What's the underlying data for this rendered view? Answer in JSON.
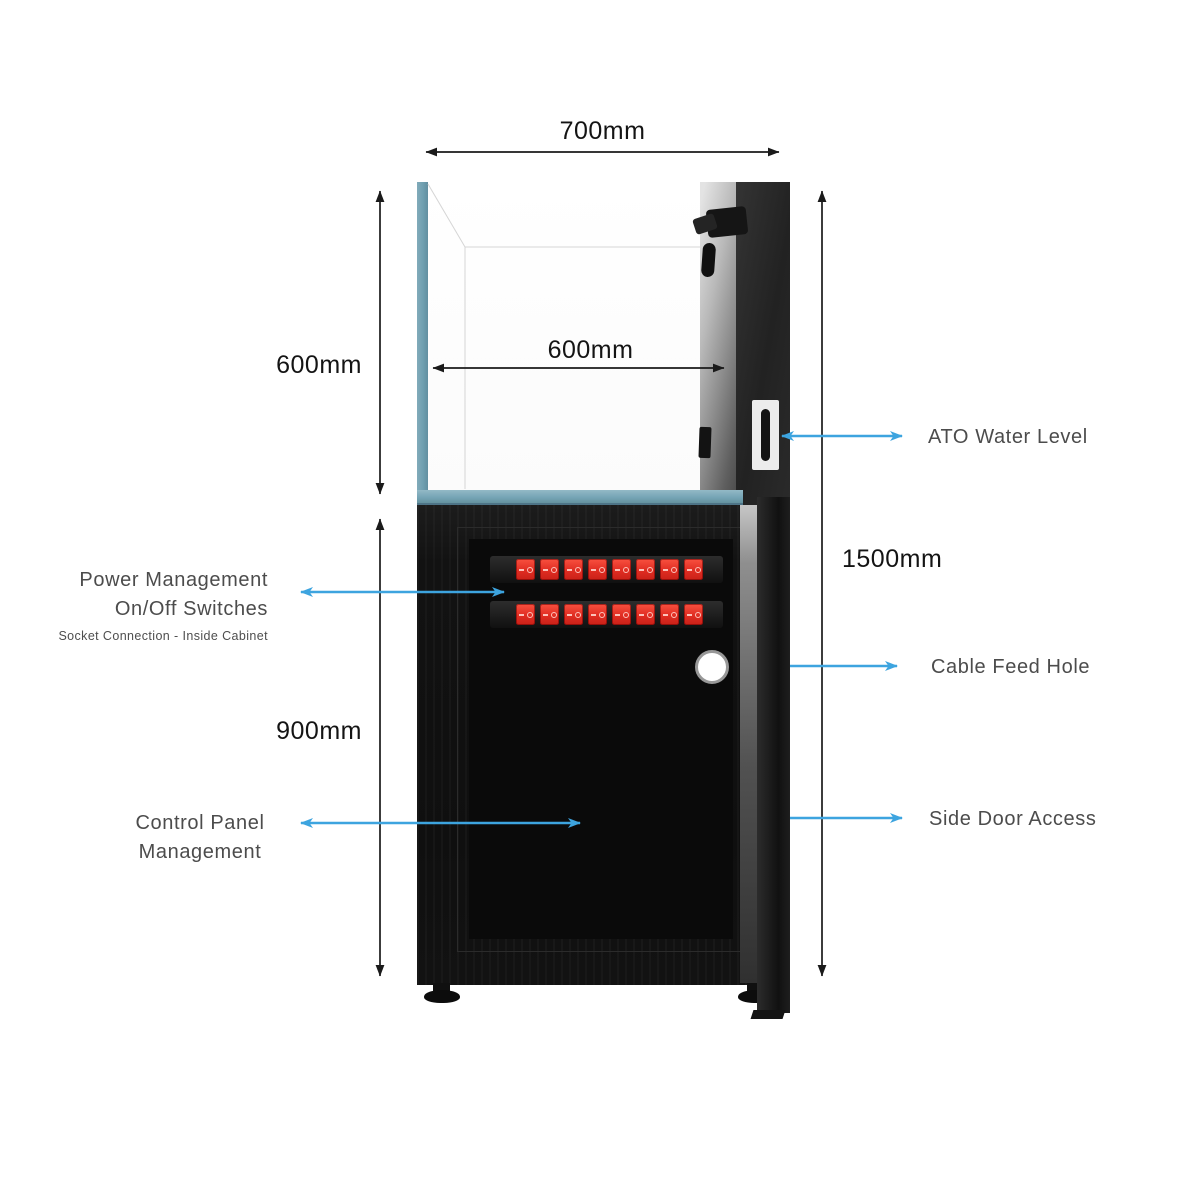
{
  "diagram": {
    "subject": "aquarium-tank-and-cabinet-spec-diagram",
    "dimensions": {
      "width_overall": "700mm",
      "width_inner": "600mm",
      "height_tank": "600mm",
      "height_cabinet": "900mm",
      "height_total": "1500mm"
    },
    "labels": {
      "ato": "ATO Water Level",
      "cable": "Cable Feed Hole",
      "side_door": "Side Door Access",
      "power_line1": "Power Management",
      "power_line2": "On/Off Switches",
      "power_subtitle": "Socket Connection - Inside Cabinet",
      "control_line1": "Control Panel",
      "control_line2": "Management"
    },
    "colors": {
      "annotation_arrow_blue": "#3da4df",
      "dimension_line_black": "#1a1a1a",
      "feature_label_gray": "#4c4c4c",
      "glass_edge_blue": "#74a3b4",
      "cabinet_black": "#131313",
      "switch_red": "#e63026",
      "background": "#ffffff"
    },
    "icons": {
      "rocker-switch-icon": "red rocker switch with dash and circle marks, 8 per strip, 2 strips",
      "cable-feed-hole-icon": "white circle with gray ring",
      "ato-window-icon": "white rectangle with black vertical slot",
      "plumbing-fitting-icon": "black pipe fitting at tank top right",
      "cabinet-foot-icon": "black adjustable leveling foot"
    }
  }
}
